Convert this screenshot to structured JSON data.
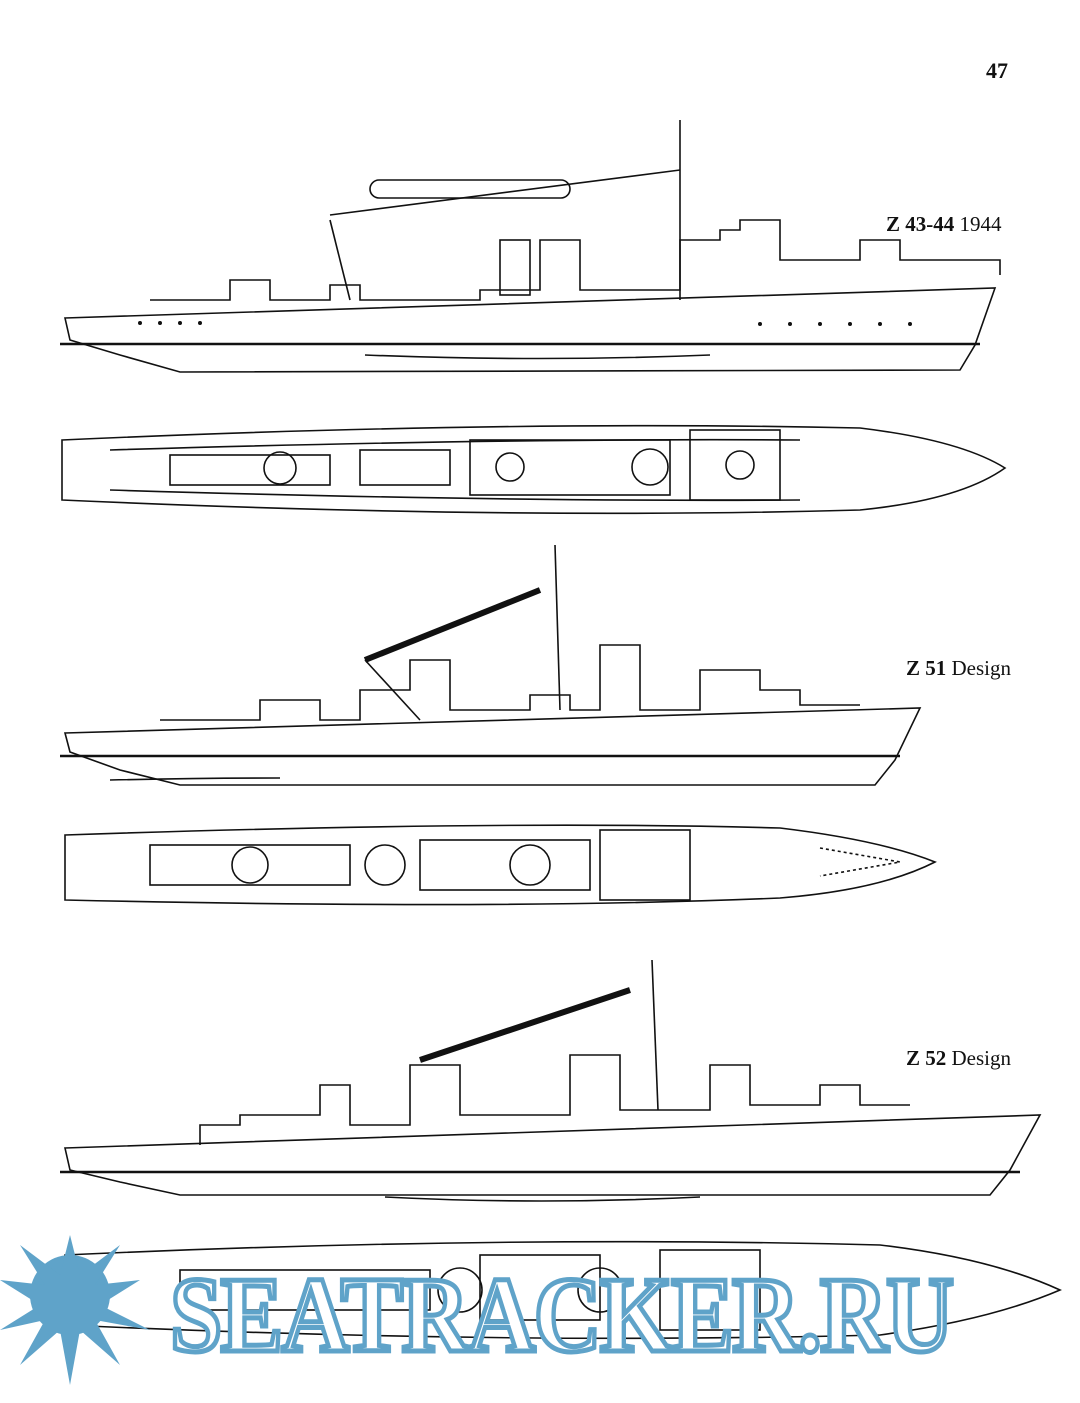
{
  "page": {
    "number": "47"
  },
  "figures": [
    {
      "name": "Z 43-44",
      "suffix": "1944"
    },
    {
      "name": "Z 51",
      "suffix": "Design"
    },
    {
      "name": "Z 52",
      "suffix": "Design"
    }
  ],
  "watermark": {
    "text": "SEATRACKER.RU",
    "color": "#5fa3c9"
  }
}
